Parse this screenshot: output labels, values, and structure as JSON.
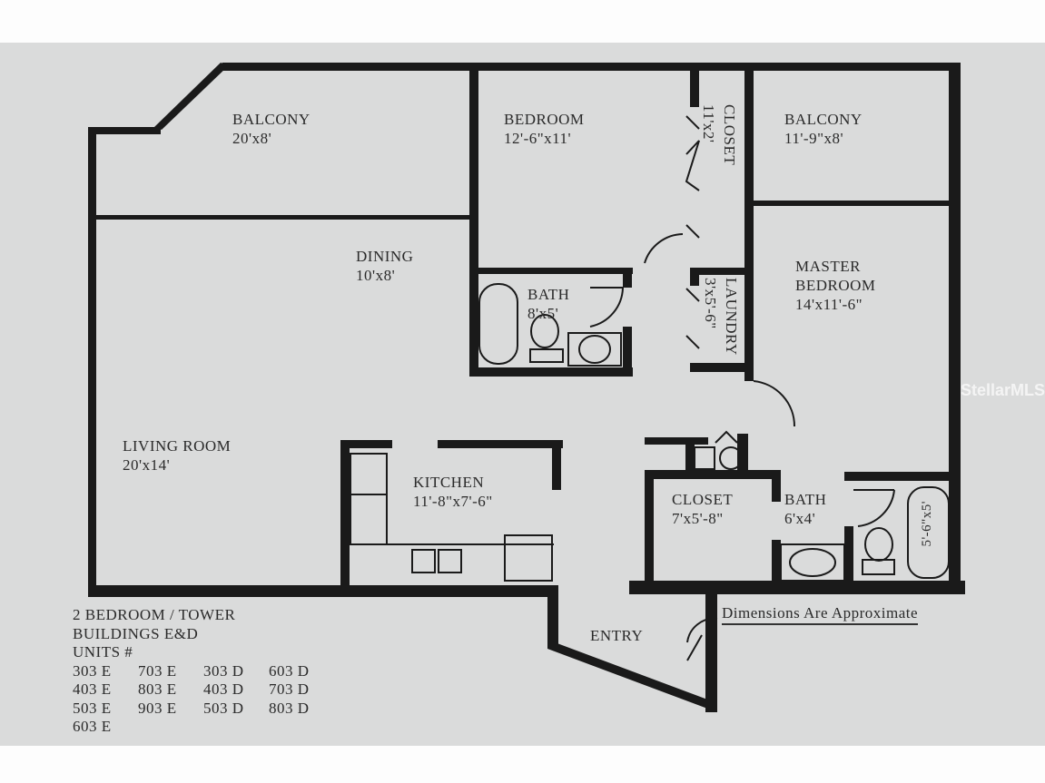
{
  "rooms": {
    "balcony_left": {
      "name": "BALCONY",
      "dims": "20'x8'"
    },
    "bedroom": {
      "name": "BEDROOM",
      "dims": "12'-6\"x11'"
    },
    "closet_top": {
      "name": "CLOSET",
      "dims": "11'x2'"
    },
    "balcony_right": {
      "name": "BALCONY",
      "dims": "11'-9\"x8'"
    },
    "dining": {
      "name": "DINING",
      "dims": "10'x8'"
    },
    "bath_top": {
      "name": "BATH",
      "dims": "8'x5'"
    },
    "laundry": {
      "name": "LAUNDRY",
      "dims": "3'x5'-6\""
    },
    "master_bedroom": {
      "name1": "MASTER",
      "name2": "BEDROOM",
      "dims": "14'x11'-6\""
    },
    "living_room": {
      "name": "LIVING ROOM",
      "dims": "20'x14'"
    },
    "kitchen": {
      "name": "KITCHEN",
      "dims": "11'-8\"x7'-6\""
    },
    "closet_bottom": {
      "name": "CLOSET",
      "dims": "7'x5'-8\""
    },
    "bath_bottom": {
      "name": "BATH",
      "dims": "6'x4'"
    },
    "tub": {
      "dims": "5'-6\"x5'"
    },
    "entry": {
      "name": "ENTRY"
    }
  },
  "legend": {
    "line1": "2 BEDROOM / TOWER",
    "line2": "BUILDINGS E&D",
    "line3": "UNITS #",
    "units": [
      "303 E",
      "703 E",
      "303 D",
      "603 D",
      "403 E",
      "803 E",
      "403 D",
      "703 D",
      "503 E",
      "903 E",
      "503 D",
      "803 D",
      "603 E"
    ]
  },
  "note": "Dimensions Are Approximate",
  "watermark": "StellarMLS",
  "colors": {
    "paper": "#dadbdb",
    "wall": "#1a1a1a",
    "text": "#2a2a2a"
  }
}
